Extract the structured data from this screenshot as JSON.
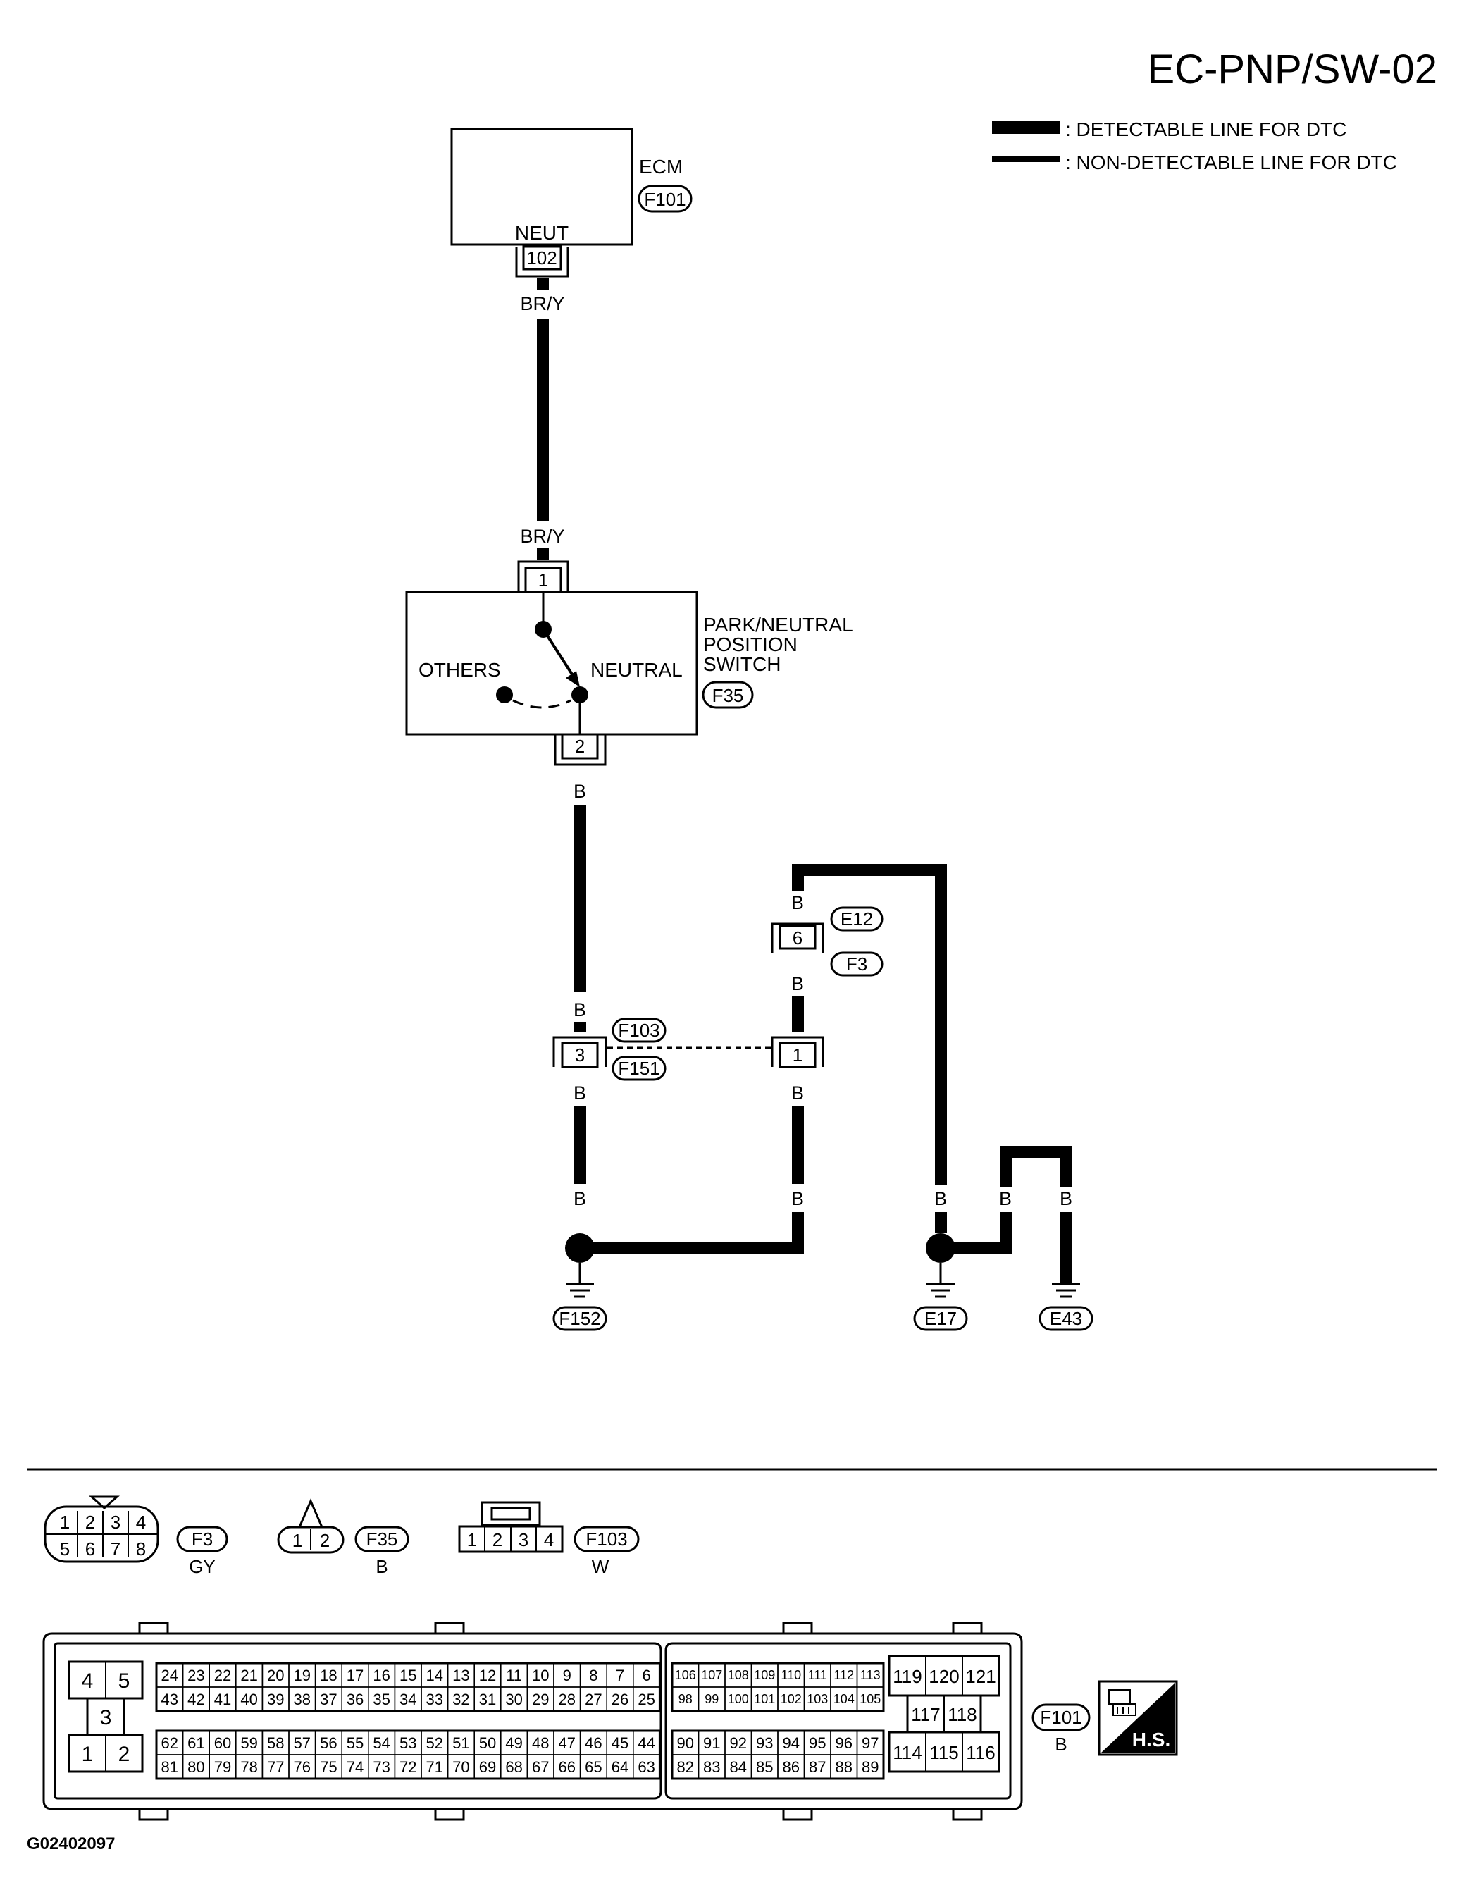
{
  "title": "EC-PNP/SW-02",
  "legend": {
    "detectable": ": DETECTABLE LINE FOR DTC",
    "non_detectable": ": NON-DETECTABLE LINE FOR DTC"
  },
  "ecm": {
    "label": "ECM",
    "connector": "F101",
    "terminal_name": "NEUT",
    "terminal": "102"
  },
  "wires": {
    "ecm_out": "BR/Y",
    "switch_in": "BR/Y",
    "switch_out": "B",
    "left_to_conn": "B",
    "left_from_conn": "B",
    "left_bottom": "B",
    "right_top": "B",
    "right_mid": "B",
    "right_from_conn": "B",
    "right_bottom": "B",
    "e17_left": "B",
    "e17_mid": "B",
    "e43": "B"
  },
  "switch": {
    "name_line1": "PARK/NEUTRAL",
    "name_line2": "POSITION",
    "name_line3": "SWITCH",
    "connector": "F35",
    "pin_top": "1",
    "pin_bottom": "2",
    "state_left": "OTHERS",
    "state_right": "NEUTRAL"
  },
  "joint_left": {
    "pin": "3",
    "tag_top": "F103",
    "tag_bottom": "F151"
  },
  "joint_right": {
    "pin": "1"
  },
  "joint_upper": {
    "pin": "6",
    "tag_top": "E12",
    "tag_bottom": "F3"
  },
  "grounds": {
    "g1": "F152",
    "g2": "E17",
    "g3": "E43"
  },
  "connectors": {
    "f3": {
      "id": "F3",
      "color": "GY",
      "pins_top": [
        "1",
        "2",
        "3",
        "4"
      ],
      "pins_bottom": [
        "5",
        "6",
        "7",
        "8"
      ]
    },
    "f35": {
      "id": "F35",
      "color": "B",
      "pins": [
        "1",
        "2"
      ]
    },
    "f103": {
      "id": "F103",
      "color": "W",
      "pins": [
        "1",
        "2",
        "3",
        "4"
      ]
    },
    "f101": {
      "id": "F101",
      "color": "B",
      "left_block": [
        "4",
        "5",
        "3",
        "1",
        "2"
      ],
      "row1": [
        "24",
        "23",
        "22",
        "21",
        "20",
        "19",
        "18",
        "17",
        "16",
        "15",
        "14",
        "13",
        "12",
        "11",
        "10",
        "9",
        "8",
        "7",
        "6"
      ],
      "row2": [
        "43",
        "42",
        "41",
        "40",
        "39",
        "38",
        "37",
        "36",
        "35",
        "34",
        "33",
        "32",
        "31",
        "30",
        "29",
        "28",
        "27",
        "26",
        "25"
      ],
      "row3": [
        "62",
        "61",
        "60",
        "59",
        "58",
        "57",
        "56",
        "55",
        "54",
        "53",
        "52",
        "51",
        "50",
        "49",
        "48",
        "47",
        "46",
        "45",
        "44"
      ],
      "row4": [
        "81",
        "80",
        "79",
        "78",
        "77",
        "76",
        "75",
        "74",
        "73",
        "72",
        "71",
        "70",
        "69",
        "68",
        "67",
        "66",
        "65",
        "64",
        "63"
      ],
      "mid_row1": [
        "106",
        "107",
        "108",
        "109",
        "110",
        "111",
        "112",
        "113"
      ],
      "mid_row2": [
        "98",
        "99",
        "100",
        "101",
        "102",
        "103",
        "104",
        "105"
      ],
      "mid_row3": [
        "90",
        "91",
        "92",
        "93",
        "94",
        "95",
        "96",
        "97"
      ],
      "mid_row4": [
        "82",
        "83",
        "84",
        "85",
        "86",
        "87",
        "88",
        "89"
      ],
      "right_top": [
        "119",
        "120",
        "121"
      ],
      "right_mid": [
        "117",
        "118"
      ],
      "right_bottom": [
        "114",
        "115",
        "116"
      ]
    }
  },
  "hs_label": "H.S.",
  "figure_code": "G02402097"
}
